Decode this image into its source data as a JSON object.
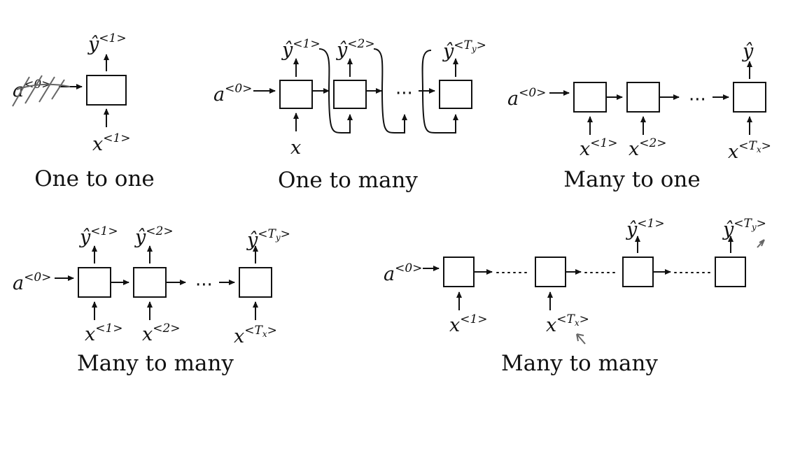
{
  "panels": {
    "one_to_one": {
      "caption": "One to one",
      "a0": {
        "base": "a",
        "sup": "<0>"
      },
      "y1": {
        "base": "ŷ",
        "sup": "<1>"
      },
      "x1": {
        "base": "x",
        "sup": "<1>"
      }
    },
    "one_to_many": {
      "caption": "One to many",
      "a0": {
        "base": "a",
        "sup": "<0>"
      },
      "x": "x",
      "y1": {
        "base": "ŷ",
        "sup": "<1>"
      },
      "y2": {
        "base": "ŷ",
        "sup": "<2>"
      },
      "yT": {
        "base": "ŷ",
        "sup_pre": "<T",
        "sub": "y",
        "sup_post": ">"
      },
      "ellipsis": "···"
    },
    "many_to_one": {
      "caption": "Many to one",
      "a0": {
        "base": "a",
        "sup": "<0>"
      },
      "y": "ŷ",
      "x1": {
        "base": "x",
        "sup": "<1>"
      },
      "x2": {
        "base": "x",
        "sup": "<2>"
      },
      "xT": {
        "base": "x",
        "sup_pre": "<T",
        "sub": "x",
        "sup_post": ">"
      },
      "ellipsis": "···"
    },
    "many_to_many_1": {
      "caption": "Many to many",
      "a0": {
        "base": "a",
        "sup": "<0>"
      },
      "y1": {
        "base": "ŷ",
        "sup": "<1>"
      },
      "y2": {
        "base": "ŷ",
        "sup": "<2>"
      },
      "yT": {
        "base": "ŷ",
        "sup_pre": "<T",
        "sub": "y",
        "sup_post": ">"
      },
      "x1": {
        "base": "x",
        "sup": "<1>"
      },
      "x2": {
        "base": "x",
        "sup": "<2>"
      },
      "xT": {
        "base": "x",
        "sup_pre": "<T",
        "sub": "x",
        "sup_post": ">"
      },
      "ellipsis": "···"
    },
    "many_to_many_2": {
      "caption": "Many to many",
      "a0": {
        "base": "a",
        "sup": "<0>"
      },
      "x1": {
        "base": "x",
        "sup": "<1>"
      },
      "xT": {
        "base": "x",
        "sup_pre": "<T",
        "sub": "x",
        "sup_post": ">"
      },
      "y1": {
        "base": "ŷ",
        "sup": "<1>"
      },
      "yT": {
        "base": "ŷ",
        "sup_pre": "<T",
        "sub": "y",
        "sup_post": ">"
      }
    }
  }
}
